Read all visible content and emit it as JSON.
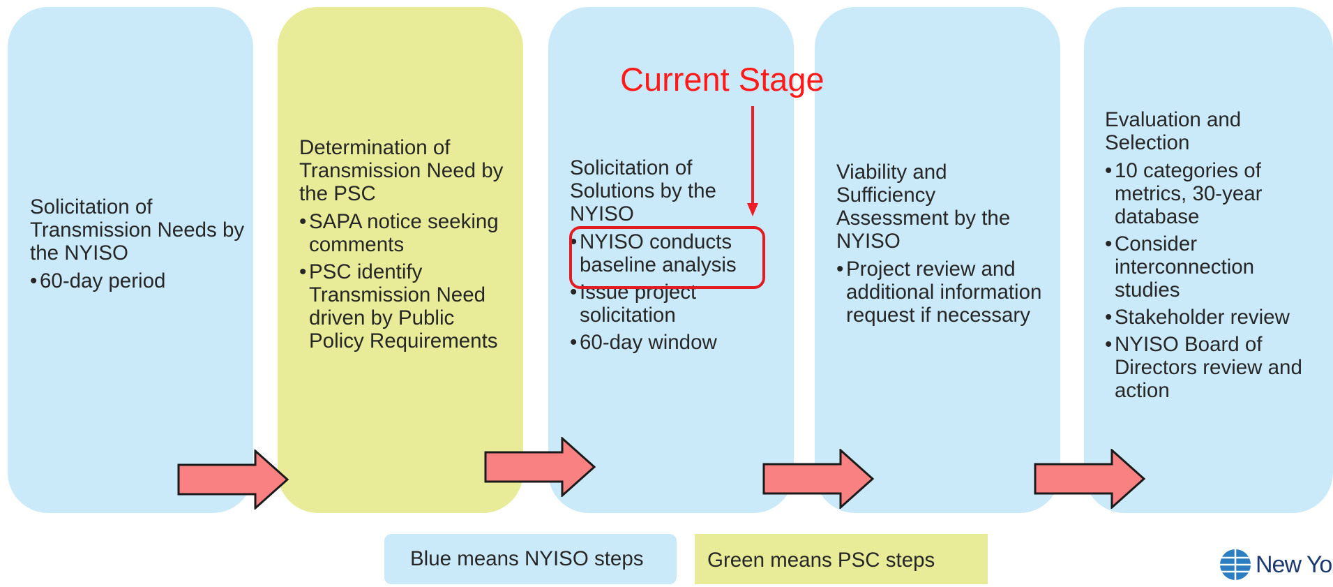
{
  "stages": [
    {
      "title": "Solicitation of Transmission Needs by the NYISO",
      "color": "#cbeaf9",
      "bullets": [
        "60-day period"
      ]
    },
    {
      "title": "Determination of Transmission Need by the PSC",
      "color": "#e8ec99",
      "bullets": [
        "SAPA notice seeking comments",
        "PSC identify Transmission Need driven by Public Policy Requirements"
      ]
    },
    {
      "title": "Solicitation of Solutions by the NYISO",
      "color": "#cbeaf9",
      "bullets": [
        "NYISO conducts baseline analysis",
        "Issue project solicitation",
        "60-day window"
      ]
    },
    {
      "title": "Viability and Sufficiency Assessment by the NYISO",
      "color": "#cbeaf9",
      "bullets": [
        "Project review and additional information request if necessary"
      ]
    },
    {
      "title": "Evaluation and Selection",
      "color": "#cbeaf9",
      "bullets": [
        "10 categories of metrics, 30-year database",
        "Consider interconnection studies",
        "Stakeholder review",
        "NYISO Board of Directors review and action"
      ]
    }
  ],
  "current_stage_label": "Current Stage",
  "highlight_color": "#e31b23",
  "arrow_color": "#f98181",
  "legend": {
    "blue": "Blue means NYISO steps",
    "green": "Green means PSC steps"
  },
  "logo": {
    "icon": "globe-logo-icon",
    "text": "New York"
  }
}
